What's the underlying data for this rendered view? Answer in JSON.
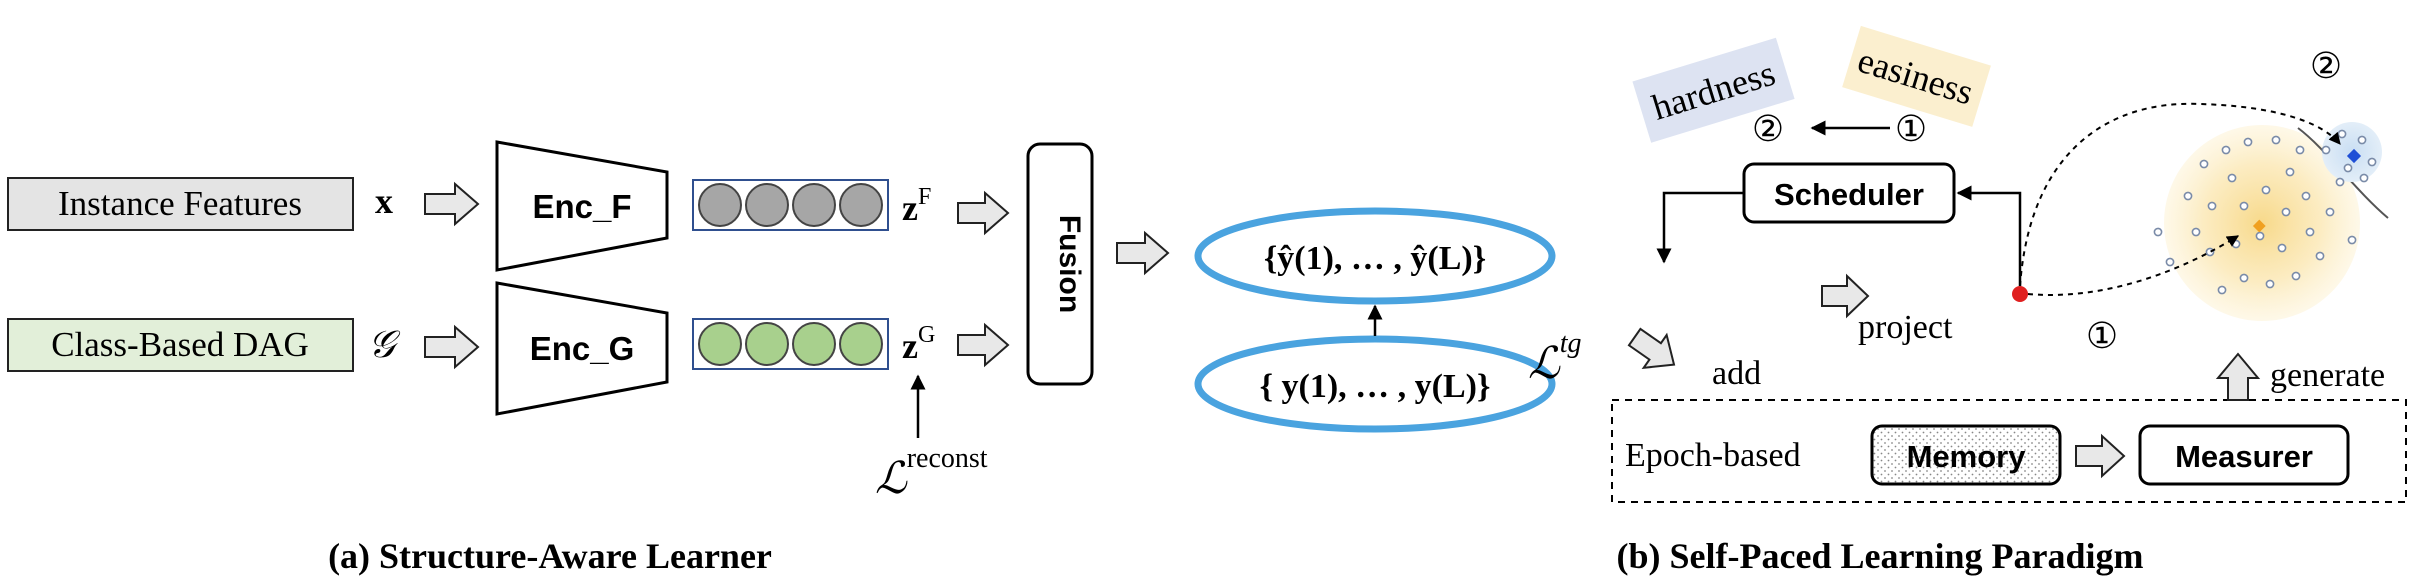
{
  "left": {
    "input1_label": "Instance Features",
    "input1_symbol": "x",
    "input2_label": "Class-Based DAG",
    "input2_symbol": "𝒢",
    "enc1_label": "Enc_F",
    "enc2_label": "Enc_G",
    "z1_base": "z",
    "z1_sup": "F",
    "z2_base": "z",
    "z2_sup": "G",
    "fusion_label": "Fusion",
    "loss_reconst_base": "ℒ",
    "loss_reconst_sup": "reconst",
    "yhat_set": "{ŷ(1), … , ŷ(L)}",
    "y_set": "{ y(1), … , y(L)}",
    "loss_tg_base": "ℒ",
    "loss_tg_sup": "tg",
    "caption": "(a) Structure-Aware Learner"
  },
  "right": {
    "hardness": "hardness",
    "easiness": "easiness",
    "step2": "②",
    "step1": "①",
    "scheduler": "Scheduler",
    "project": "project",
    "add": "add",
    "generate": "generate",
    "epoch_based": "Epoch-based",
    "memory": "Memory",
    "measurer": "Measurer",
    "plot_step1": "①",
    "plot_step2": "②",
    "caption": "(b) Self-Paced Learning Paradigm"
  },
  "colors": {
    "input1_fill": "#e4e4e4",
    "input2_fill": "#e2efd9",
    "node_gray": "#a6a6a6",
    "node_green": "#a8d08d",
    "ellipse_stroke": "#4aa3df",
    "hardness_bg": "#dde3f2",
    "easiness_bg": "#fbefcf",
    "red_dot": "#e02020",
    "blue_point": "#1f4fd6",
    "orange_point": "#f0a020"
  }
}
